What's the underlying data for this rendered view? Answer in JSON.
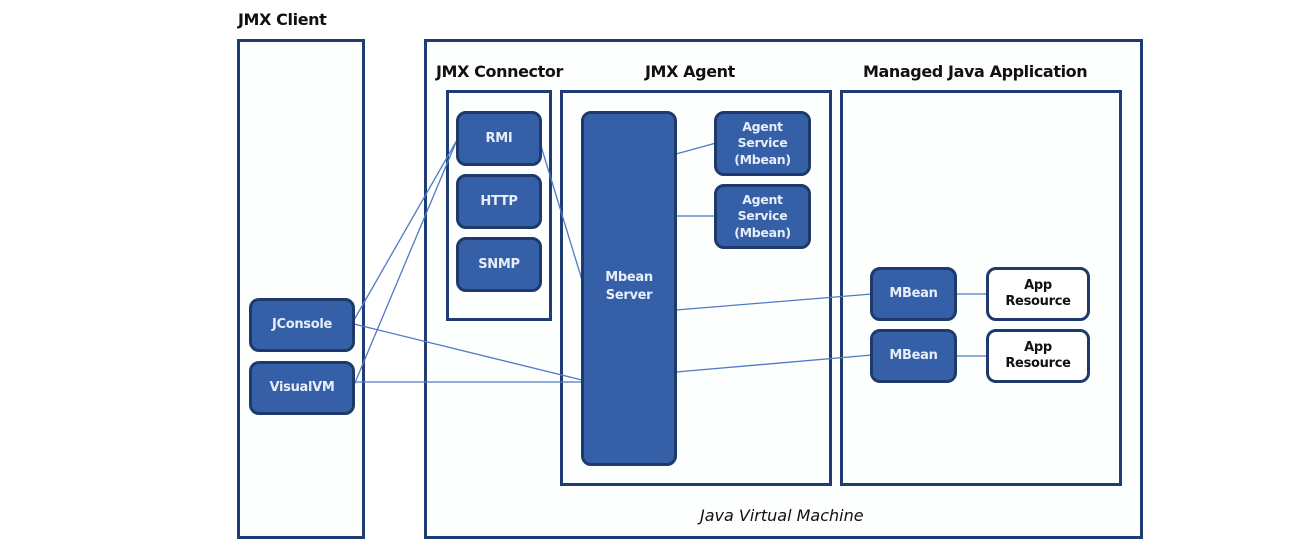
{
  "diagram": {
    "client": {
      "title": "JMX Client",
      "tools": [
        {
          "id": "jconsole",
          "label": "JConsole"
        },
        {
          "id": "visualvm",
          "label": "VisualVM"
        }
      ]
    },
    "jvm": {
      "caption": "Java Virtual Machine",
      "connector": {
        "title": "JMX Connector",
        "protocols": [
          {
            "id": "rmi",
            "label": "RMI"
          },
          {
            "id": "http",
            "label": "HTTP"
          },
          {
            "id": "snmp",
            "label": "SNMP"
          }
        ]
      },
      "agent": {
        "title": "JMX Agent",
        "server": {
          "label": "Mbean\nServer"
        },
        "services": [
          {
            "label": "Agent\nService\n(Mbean)"
          },
          {
            "label": "Agent\nService\n(Mbean)"
          }
        ]
      },
      "app": {
        "title": "Managed Java Application",
        "mbeans": [
          {
            "label": "MBean",
            "resource": "App\nResource"
          },
          {
            "label": "MBean",
            "resource": "App\nResource"
          }
        ]
      }
    },
    "connections": [
      {
        "from": "JConsole",
        "to": "RMI"
      },
      {
        "from": "VisualVM",
        "to": "RMI"
      },
      {
        "from": "JConsole",
        "to": "Mbean Server"
      },
      {
        "from": "VisualVM",
        "to": "Mbean Server"
      },
      {
        "from": "RMI",
        "to": "Mbean Server"
      },
      {
        "from": "Mbean Server",
        "to": "Agent Service (Mbean) 1"
      },
      {
        "from": "Mbean Server",
        "to": "Agent Service (Mbean) 2"
      },
      {
        "from": "Mbean Server",
        "to": "MBean 1"
      },
      {
        "from": "Mbean Server",
        "to": "MBean 2"
      },
      {
        "from": "MBean 1",
        "to": "App Resource 1"
      },
      {
        "from": "MBean 2",
        "to": "App Resource 2"
      }
    ],
    "colors": {
      "frame": "#1f3d73",
      "node_fill": "#3560a8",
      "node_border": "#1e3a6b",
      "link": "#4f7ac4"
    }
  }
}
